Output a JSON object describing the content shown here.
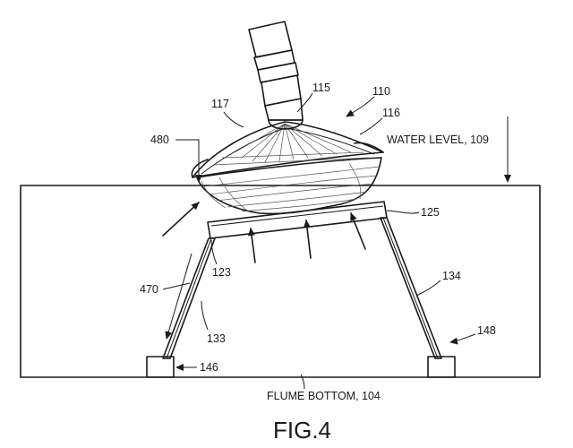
{
  "figure": {
    "caption": "FIG.4",
    "labels": {
      "l110": "110",
      "l115": "115",
      "l116": "116",
      "l117": "117",
      "l480": "480",
      "water_level": "WATER LEVEL, 109",
      "l125": "125",
      "l123": "123",
      "l470": "470",
      "l133": "133",
      "l134": "134",
      "l148": "148",
      "l146": "146",
      "flume_bottom": "FLUME BOTTOM, 104"
    }
  }
}
